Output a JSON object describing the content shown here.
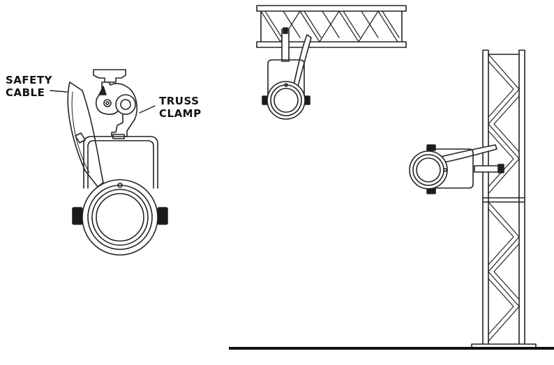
{
  "labels": {
    "safety_cable": [
      "SAFETY",
      "CABLE"
    ],
    "truss_clamp": [
      "TRUSS",
      "CLAMP"
    ]
  },
  "colors": {
    "stroke": "#222222",
    "ground": "#111111",
    "background": "#ffffff",
    "knob": "#1a1a1a"
  },
  "icons": {
    "fixture_detail": "par-fixture-with-clamp-icon",
    "hanging_truss": "horizontal-truss-icon",
    "vertical_tower": "vertical-truss-tower-icon"
  }
}
